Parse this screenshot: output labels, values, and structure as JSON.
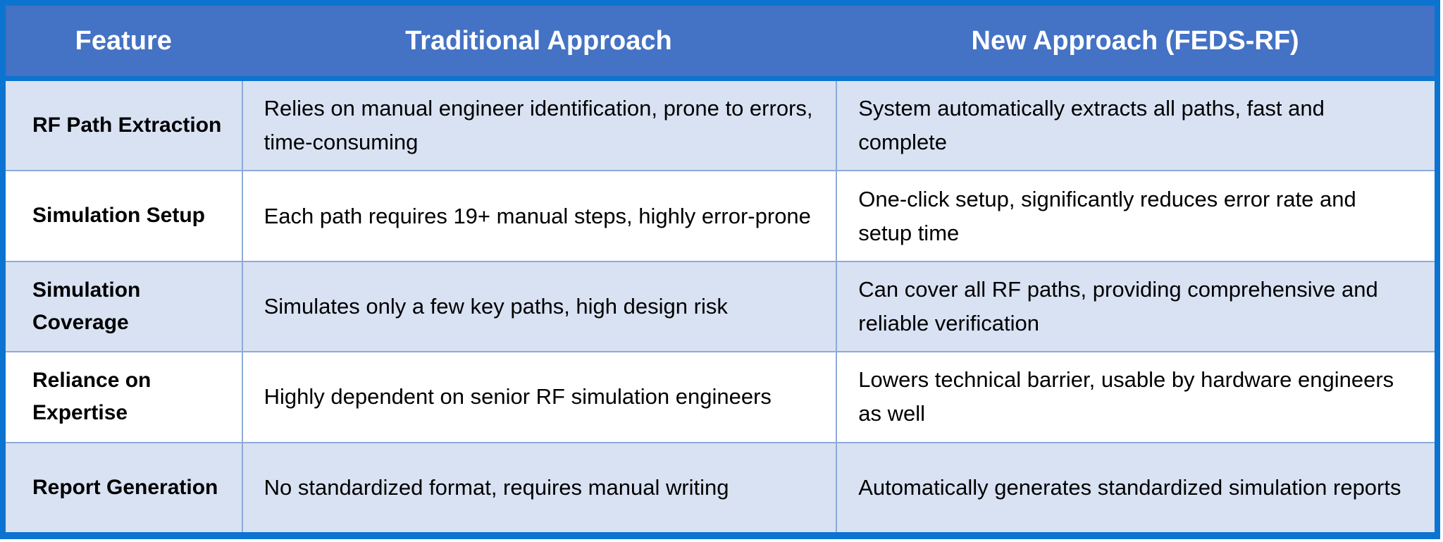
{
  "table": {
    "columns": {
      "feature": "Feature",
      "traditional": "Traditional Approach",
      "new_approach": "New Approach (FEDS-RF)"
    },
    "rows": [
      {
        "feature": "RF Path Extraction",
        "traditional": "Relies on manual engineer identification, prone to errors, time-consuming",
        "new_approach": "System automatically extracts all paths, fast and complete"
      },
      {
        "feature": "Simulation Setup",
        "traditional": "Each path requires 19+ manual steps, highly error-prone",
        "new_approach": "One-click setup, significantly reduces error rate and setup time"
      },
      {
        "feature": "Simulation Coverage",
        "traditional": "Simulates only a few key paths, high design risk",
        "new_approach": "Can cover all RF paths, providing comprehensive and reliable verification"
      },
      {
        "feature": "Reliance on Expertise",
        "traditional": "Highly dependent on senior RF simulation engineers",
        "new_approach": "Lowers technical barrier, usable by hardware engineers as well"
      },
      {
        "feature": "Report Generation",
        "traditional": "No standardized format, requires manual writing",
        "new_approach": "Automatically generates standardized simulation reports"
      }
    ]
  },
  "colors": {
    "header_bg": "#4472C4",
    "header_text": "#FFFFFF",
    "outer_border": "#0C74D0",
    "grid_line": "#8EAADB",
    "row_alt_bg": "#D9E2F3",
    "row_bg": "#FFFFFF",
    "body_text": "#000000"
  }
}
